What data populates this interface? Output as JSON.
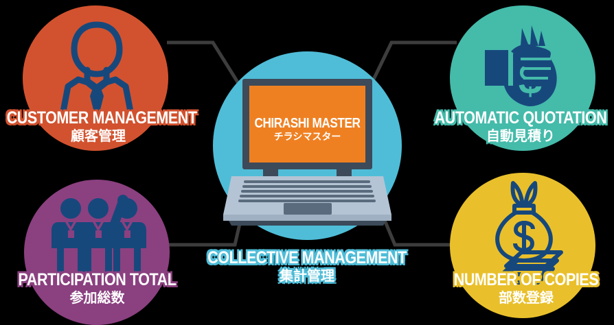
{
  "diagram": {
    "type": "hub-and-spoke",
    "background_color": "#000000",
    "center": {
      "name": "chirashi-master-hub",
      "circle_color": "#4FBDD8",
      "screen_color": "#EF8022",
      "screen_border_color": "#3C4A5A",
      "laptop_body_color": "#B4C4D4",
      "title_en": "CHIRASHI MASTER",
      "title_jp": "チラシマスター",
      "icon": "laptop-icon"
    },
    "connector_color": "#3D3D3D",
    "nodes": [
      {
        "id": "customer-management",
        "position": "top-left",
        "color": "#D2522F",
        "icon": "person-tie-icon",
        "icon_color": "#17487C",
        "label_en": "CUSTOMER MANAGEMENT",
        "label_jp": "顧客管理"
      },
      {
        "id": "automatic-quotation",
        "position": "top-right",
        "color": "#45BBAA",
        "icon": "hand-money-bag-icon",
        "icon_color": "#17487C",
        "label_en": "AUTOMATIC QUOTATION",
        "label_jp": "自動見積り"
      },
      {
        "id": "participation-total",
        "position": "bottom-left",
        "color": "#8B4080",
        "icon": "three-people-icon",
        "icon_color": "#17487C",
        "label_en": "PARTICIPATION TOTAL",
        "label_jp": "参加総数"
      },
      {
        "id": "number-of-copies",
        "position": "bottom-right",
        "color": "#E9C02B",
        "icon": "money-bag-on-paper-stack-icon",
        "icon_color": "#17487C",
        "label_en": "NUMBER OF COPIES",
        "label_jp": "部数登録"
      },
      {
        "id": "collective-management",
        "position": "bottom-center",
        "color": "#4FBDD8",
        "label_en": "COLLECTIVE MANAGEMENT",
        "label_jp": "集計管理"
      }
    ]
  }
}
